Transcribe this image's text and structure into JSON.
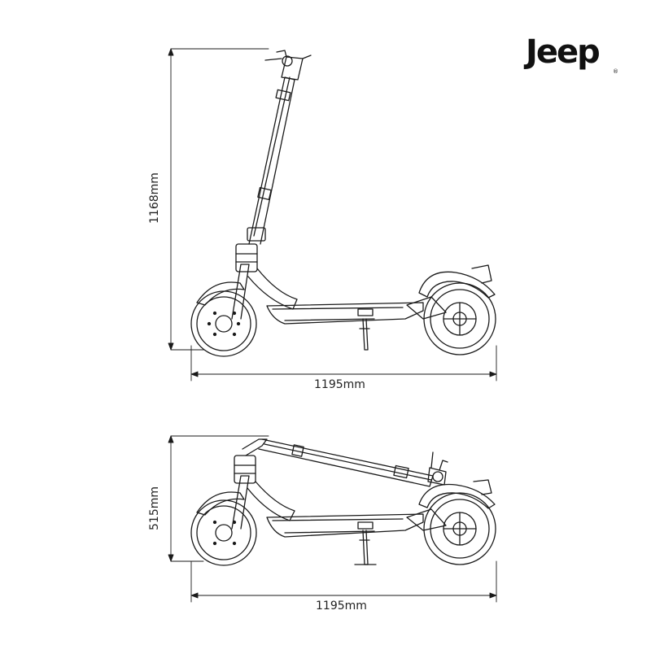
{
  "brand": {
    "name": "Jeep",
    "registered_mark": "®"
  },
  "views": [
    {
      "name": "unfolded",
      "height_label": "1168mm",
      "length_label": "1195mm"
    },
    {
      "name": "folded",
      "height_label": "515mm",
      "length_label": "1195mm"
    }
  ],
  "colors": {
    "line": "#1a1a1a",
    "background": "#ffffff"
  }
}
